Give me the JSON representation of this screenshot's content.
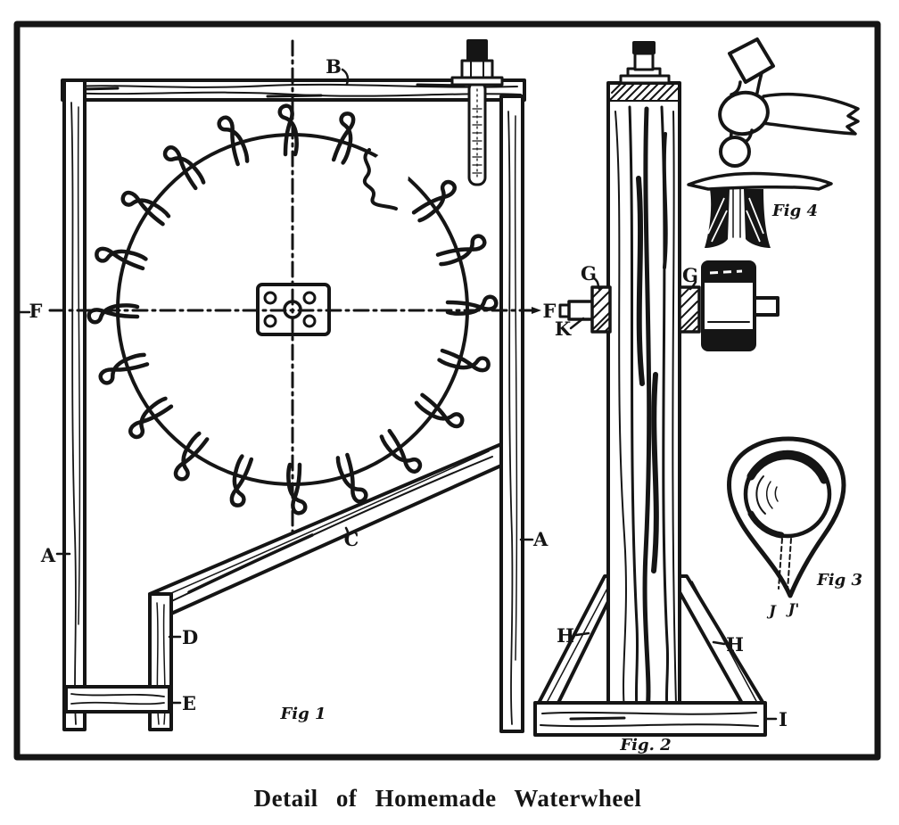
{
  "caption": "Detail of Homemade Waterwheel",
  "colors": {
    "ink": "#151515",
    "paper": "#ffffff"
  },
  "fig1": {
    "name": "Fig 1",
    "labels": {
      "A": "A",
      "B": "B",
      "C": "C",
      "D": "D",
      "E": "E",
      "F": "F"
    }
  },
  "fig2": {
    "name": "Fig. 2",
    "labels": {
      "F": "F",
      "G": "G",
      "H": "H",
      "I": "I",
      "K": "K"
    }
  },
  "fig3": {
    "name": "Fig 3",
    "labels": {
      "J": "J",
      "J_prime": "J'"
    }
  },
  "fig4": {
    "name": "Fig 4"
  }
}
